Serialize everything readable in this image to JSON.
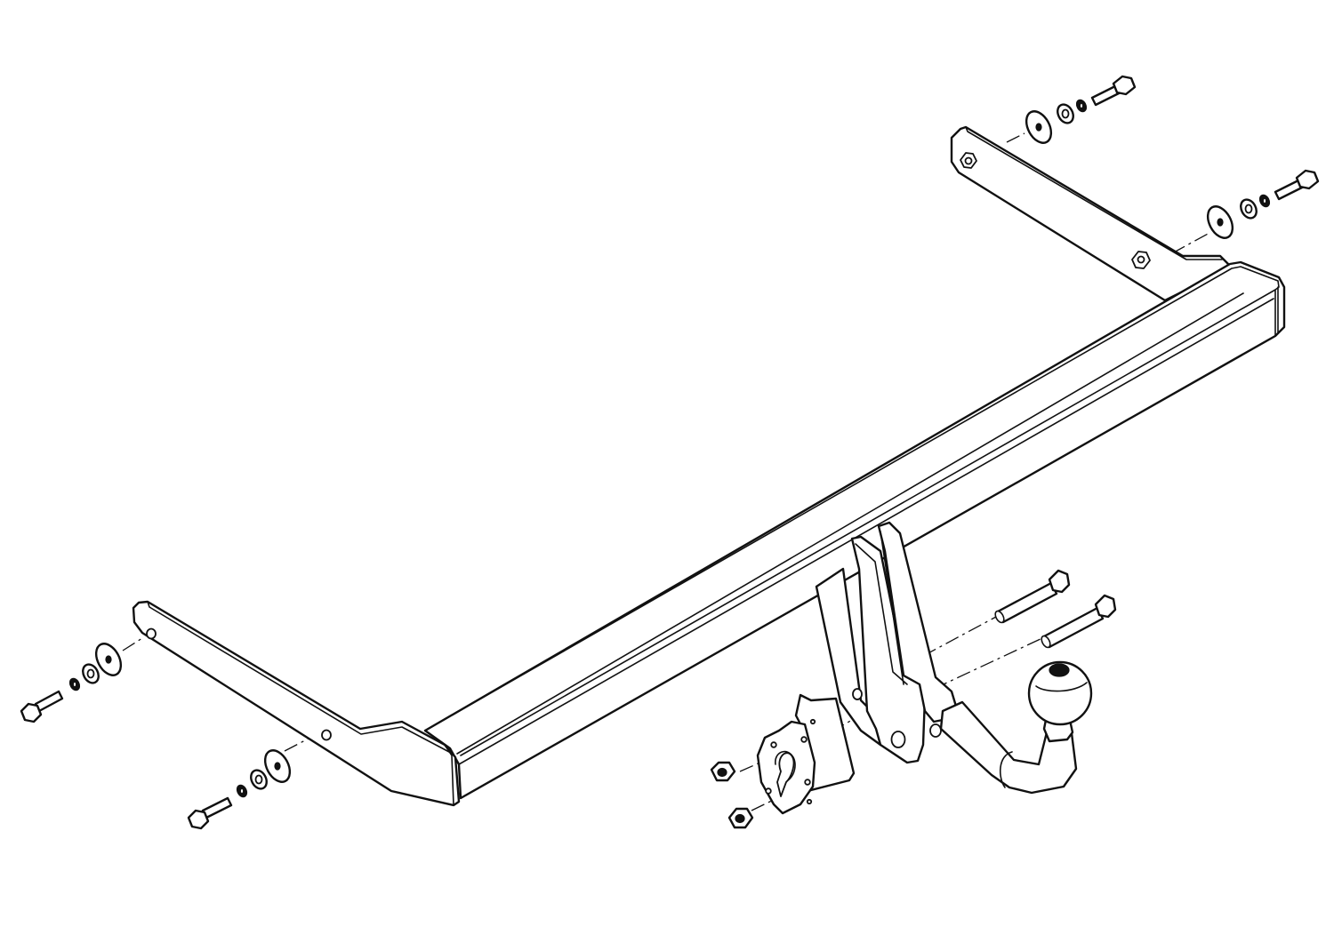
{
  "drawing": {
    "subject": "tow-bar-assembly",
    "colors": {
      "line": "#111111",
      "paper": "#ffffff"
    },
    "parts": [
      "crossbar",
      "left-bracket",
      "right-bracket",
      "center-mount-plate",
      "tow-ball-neck",
      "tow-ball",
      "socket-plate",
      "bolt",
      "washer",
      "spring-washer",
      "nut"
    ]
  }
}
